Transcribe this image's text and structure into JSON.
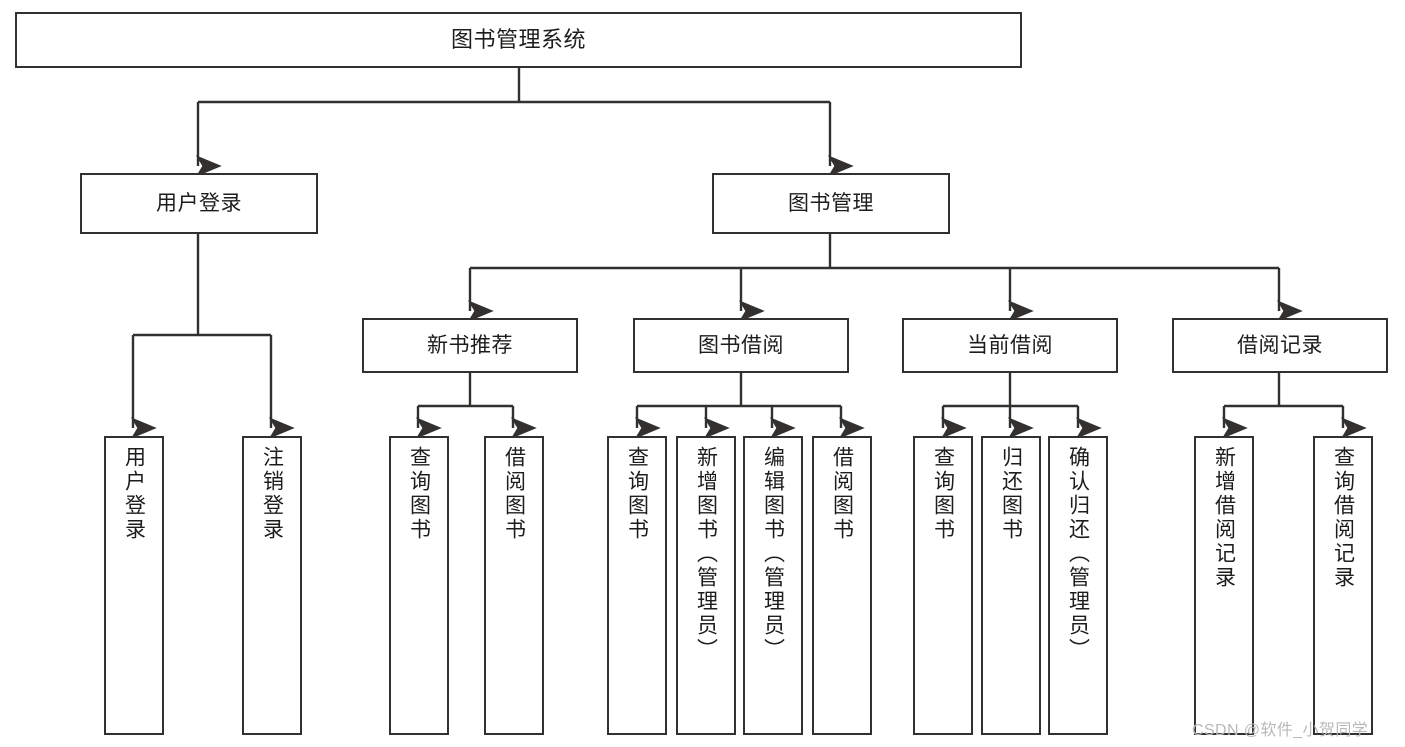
{
  "diagram": {
    "title": "图书管理系统",
    "type": "tree",
    "watermark": "CSDN @软件_小贺同学",
    "colors": {
      "border": "#33312f",
      "background": "#ffffff",
      "text": "#1d1d1b",
      "edge": "#33312f",
      "watermark": "#b9b9b9"
    },
    "nodes": {
      "root": {
        "label": "图书管理系统"
      },
      "level1": [
        {
          "label": "用户登录"
        },
        {
          "label": "图书管理"
        }
      ],
      "level2": [
        {
          "label": "新书推荐"
        },
        {
          "label": "图书借阅"
        },
        {
          "label": "当前借阅"
        },
        {
          "label": "借阅记录"
        }
      ],
      "leaves": {
        "user_login": [
          {
            "label": "用户登录"
          },
          {
            "label": "注销登录"
          }
        ],
        "new_book": [
          {
            "label": "查询图书"
          },
          {
            "label": "借阅图书"
          }
        ],
        "book_borrow": [
          {
            "label": "查询图书"
          },
          {
            "label": "新增图书（管理员）"
          },
          {
            "label": "编辑图书（管理员）"
          },
          {
            "label": "借阅图书"
          }
        ],
        "current_borrow": [
          {
            "label": "查询图书"
          },
          {
            "label": "归还图书"
          },
          {
            "label": "确认归还（管理员）"
          }
        ],
        "borrow_record": [
          {
            "label": "新增借阅记录"
          },
          {
            "label": "查询借阅记录"
          }
        ]
      }
    }
  }
}
